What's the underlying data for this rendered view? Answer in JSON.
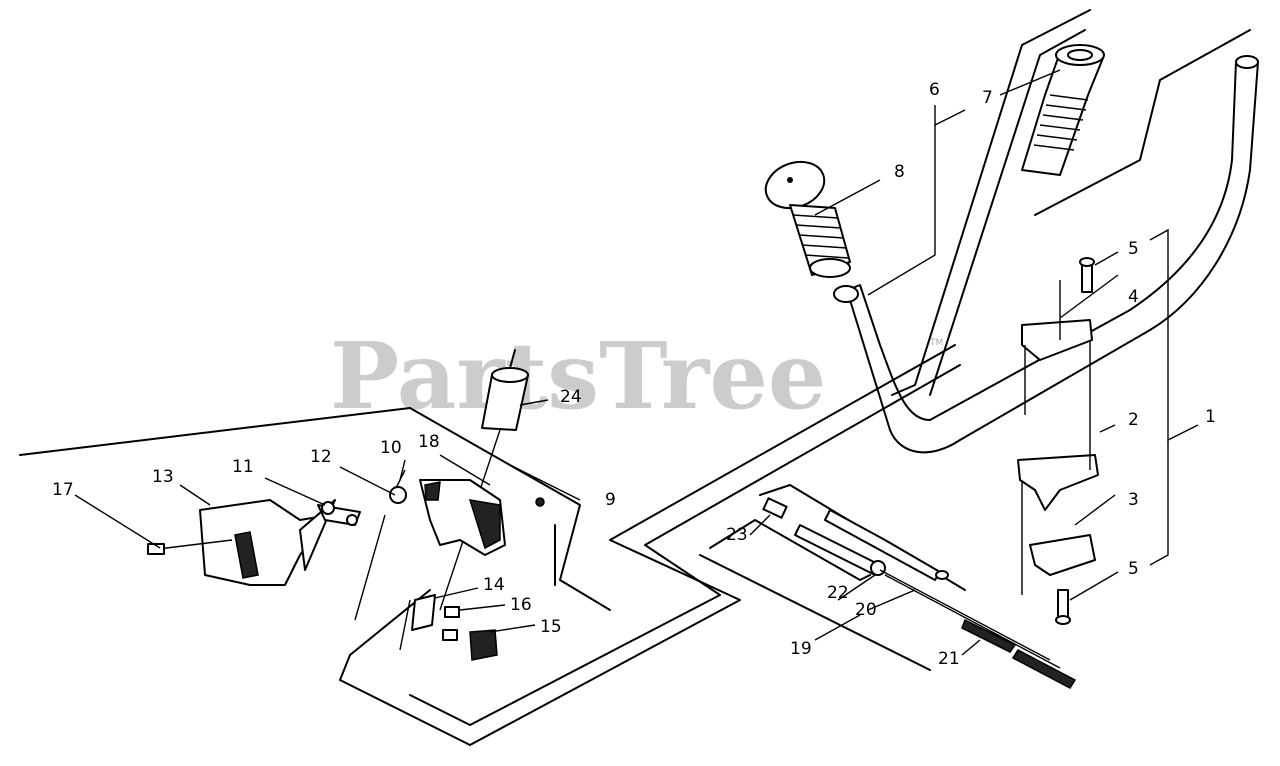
{
  "watermark": {
    "text": "PartsTree",
    "trademark": "TM"
  },
  "callouts": [
    {
      "id": "1",
      "label": "1"
    },
    {
      "id": "2",
      "label": "2"
    },
    {
      "id": "3",
      "label": "3"
    },
    {
      "id": "4",
      "label": "4"
    },
    {
      "id": "5a",
      "label": "5"
    },
    {
      "id": "5b",
      "label": "5"
    },
    {
      "id": "6",
      "label": "6"
    },
    {
      "id": "7",
      "label": "7"
    },
    {
      "id": "8",
      "label": "8"
    },
    {
      "id": "9",
      "label": "9"
    },
    {
      "id": "10",
      "label": "10"
    },
    {
      "id": "11",
      "label": "11"
    },
    {
      "id": "12",
      "label": "12"
    },
    {
      "id": "13",
      "label": "13"
    },
    {
      "id": "14",
      "label": "14"
    },
    {
      "id": "15",
      "label": "15"
    },
    {
      "id": "16",
      "label": "16"
    },
    {
      "id": "17",
      "label": "17"
    },
    {
      "id": "18",
      "label": "18"
    },
    {
      "id": "19",
      "label": "19"
    },
    {
      "id": "20",
      "label": "20"
    },
    {
      "id": "21",
      "label": "21"
    },
    {
      "id": "22",
      "label": "22"
    },
    {
      "id": "23",
      "label": "23"
    },
    {
      "id": "24",
      "label": "24"
    }
  ]
}
